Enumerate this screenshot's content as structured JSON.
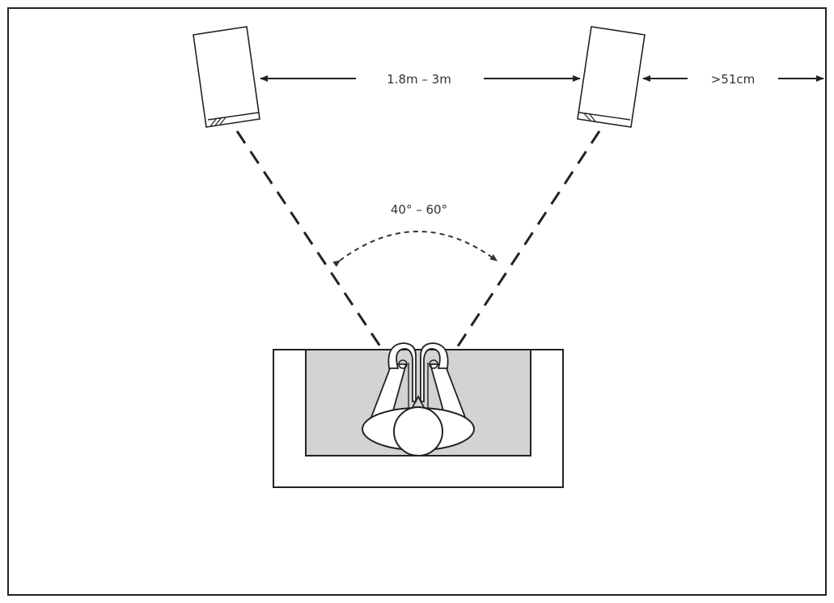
{
  "labels": {
    "speaker_distance": "1.8m – 3m",
    "wall_distance": ">51cm",
    "listening_angle": "40° – 60°"
  },
  "colors": {
    "line": "#222222",
    "sofa_seat": "#d3d3d3",
    "background": "#ffffff"
  }
}
